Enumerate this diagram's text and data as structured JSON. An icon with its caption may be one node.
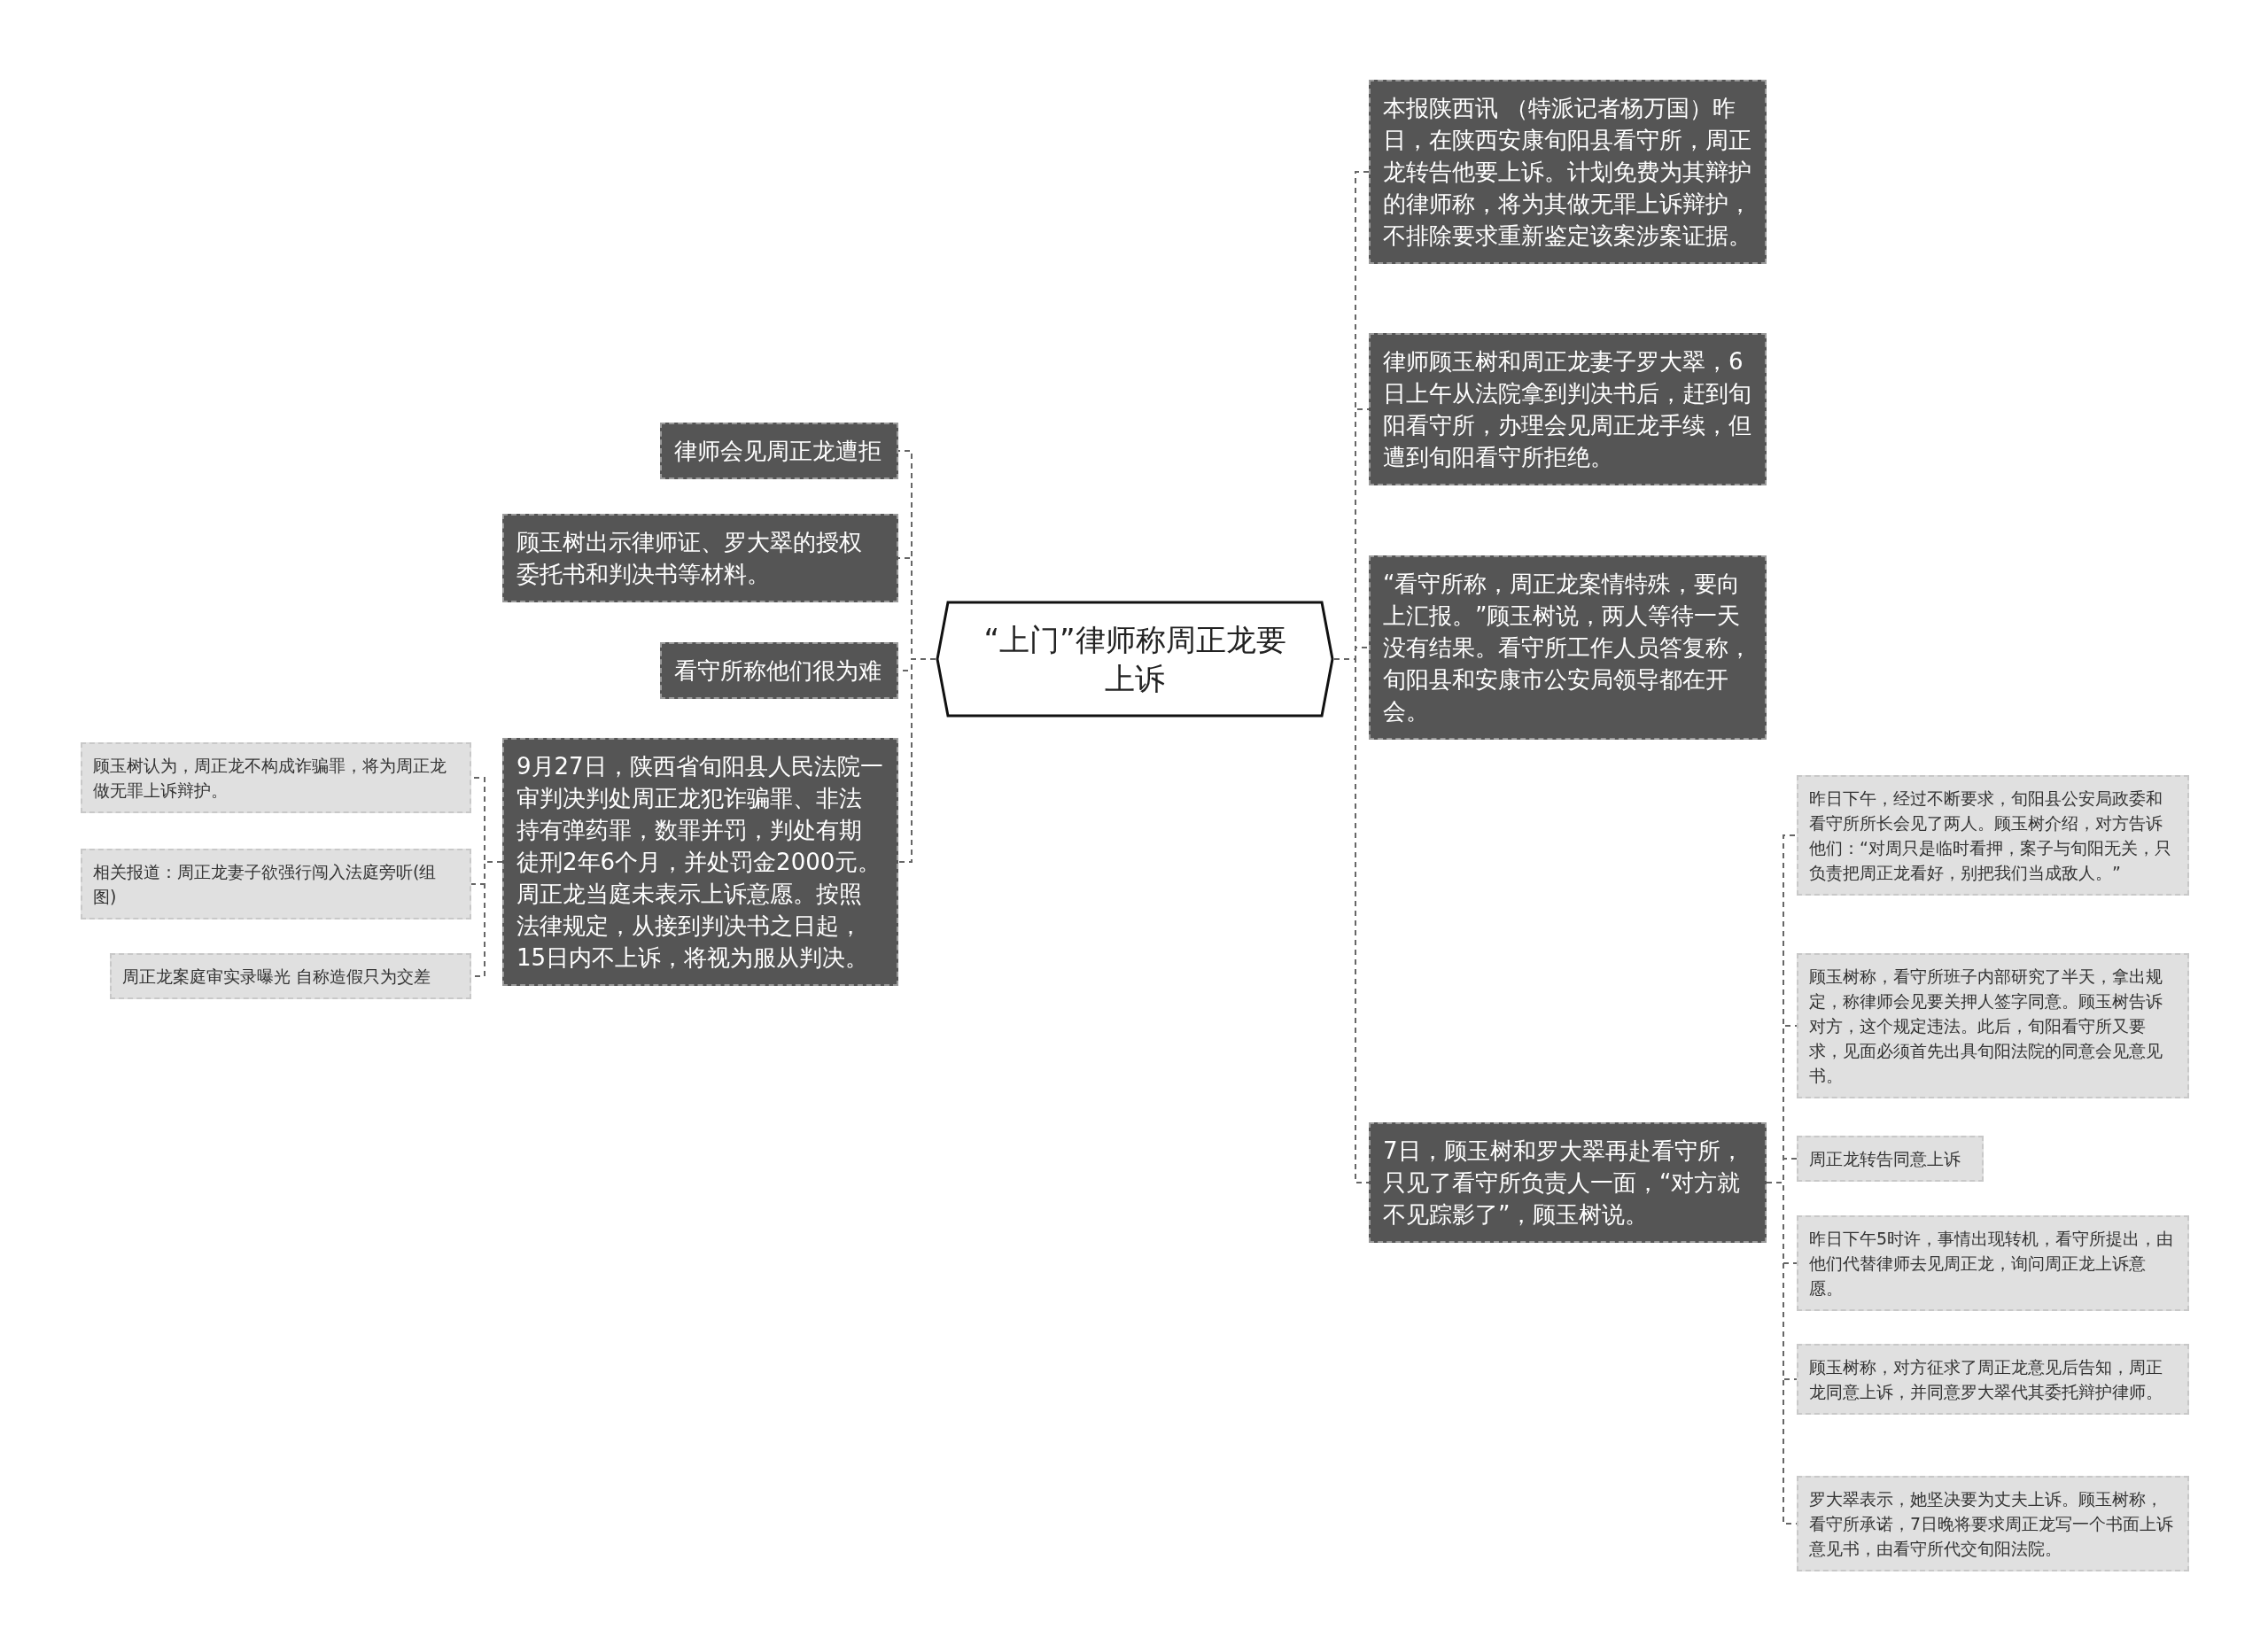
{
  "diagram": {
    "nodes": [
      {
        "text": [
          "“上门”律师称周正龙要上诉"
        ]
      },
      {
        "text": [
          "律师会见周正龙遭拒"
        ]
      },
      {
        "text": [
          "顾玉树出示律师证、罗大翠的授权委托书和判决书等材料。"
        ]
      },
      {
        "text": [
          "看守所称他们很为难"
        ]
      },
      {
        "text": [
          "9月27日，陕西省旬阳县人民法院一审判决判处周正龙犯诈骗罪、非法持有弹药罪，数罪并罚，判处有期徒刑2年6个月，并处罚金2000元。周正龙当庭未表示上诉意愿。按照法律规定，从接到判决书之日起，15日内不上诉，将视为服从判决。"
        ]
      },
      {
        "text": [
          "顾玉树认为，周正龙不构成诈骗罪，将为周正龙做无罪上诉辩护。"
        ]
      },
      {
        "text": [
          "相关报道：周正龙妻子欲强行闯入法庭旁听(组图)"
        ]
      },
      {
        "text": [
          "周正龙案庭审实录曝光 自称造假只为交差"
        ]
      },
      {
        "text": [
          "本报陕西讯 （特派记者杨万国）昨日，在陕西安康旬阳县看守所，周正龙转告他要上诉。计划免费为其辩护的律师称，将为其做无罪上诉辩护，不排除要求重新鉴定该案涉案证据。"
        ]
      },
      {
        "text": [
          "律师顾玉树和周正龙妻子罗大翠，6日上午从法院拿到判决书后，赶到旬阳看守所，办理会见周正龙手续，但遭到旬阳看守所拒绝。"
        ]
      },
      {
        "text": [
          "“看守所称，周正龙案情特殊，要向上汇报。”顾玉树说，两人等待一天没有结果。看守所工作人员答复称，旬阳县和安康市公安局领导都在开会。"
        ]
      },
      {
        "text": [
          "7日，顾玉树和罗大翠再赴看守所，只见了看守所负责人一面，“对方就不见踪影了”，顾玉树说。"
        ]
      },
      {
        "text": [
          "昨日下午，经过不断要求，旬阳县公安局政委和看守所所长会见了两人。顾玉树介绍，对方告诉他们：“对周只是临时看押，案子与旬阳无关，只负责把周正龙看好，别把我们当成敌人。”"
        ]
      },
      {
        "text": [
          "顾玉树称，看守所班子内部研究了半天，拿出规定，称律师会见要关押人签字同意。顾玉树告诉对方，这个规定违法。此后，旬阳看守所又要求，见面必须首先出具旬阳法院的同意会见意见书。"
        ]
      },
      {
        "text": [
          "周正龙转告同意上诉"
        ]
      },
      {
        "text": [
          "昨日下午5时许，事情出现转机，看守所提出，由他们代替律师去见周正龙，询问周正龙上诉意愿。"
        ]
      },
      {
        "text": [
          "顾玉树称，对方征求了周正龙意见后告知，周正龙同意上诉，并同意罗大翠代其委托辩护律师。"
        ]
      },
      {
        "text": [
          "罗大翠表示，她坚决要为丈夫上诉。顾玉树称，看守所承诺，7日晚将要求周正龙写一个书面上诉意见书，由看守所代交旬阳法院。"
        ]
      }
    ],
    "edges": [
      {
        "from": 0,
        "to": 1,
        "arrow": "none",
        "style": "dashed"
      },
      {
        "from": 0,
        "to": 2,
        "arrow": "none",
        "style": "dashed"
      },
      {
        "from": 0,
        "to": 3,
        "arrow": "none",
        "style": "dashed"
      },
      {
        "from": 0,
        "to": 4,
        "arrow": "none",
        "style": "dashed"
      },
      {
        "from": 4,
        "to": 5,
        "arrow": "none",
        "style": "dashed"
      },
      {
        "from": 4,
        "to": 6,
        "arrow": "none",
        "style": "dashed"
      },
      {
        "from": 4,
        "to": 7,
        "arrow": "none",
        "style": "dashed"
      },
      {
        "from": 0,
        "to": 8,
        "arrow": "none",
        "style": "dashed"
      },
      {
        "from": 0,
        "to": 9,
        "arrow": "none",
        "style": "dashed"
      },
      {
        "from": 0,
        "to": 10,
        "arrow": "none",
        "style": "dashed"
      },
      {
        "from": 0,
        "to": 11,
        "arrow": "none",
        "style": "dashed"
      },
      {
        "from": 11,
        "to": 12,
        "arrow": "none",
        "style": "dashed"
      },
      {
        "from": 11,
        "to": 13,
        "arrow": "none",
        "style": "dashed"
      },
      {
        "from": 11,
        "to": 14,
        "arrow": "none",
        "style": "dashed"
      },
      {
        "from": 11,
        "to": 15,
        "arrow": "none",
        "style": "dashed"
      },
      {
        "from": 11,
        "to": 16,
        "arrow": "none",
        "style": "dashed"
      },
      {
        "from": 11,
        "to": 17,
        "arrow": "none",
        "style": "dashed"
      }
    ]
  }
}
